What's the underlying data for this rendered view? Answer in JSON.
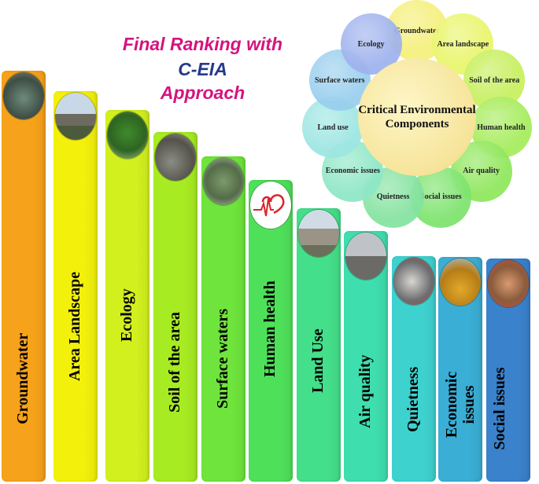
{
  "title": {
    "line1": "Final Ranking with",
    "line2": "C-EIA",
    "line3": "Approach",
    "color_primary": "#d4147f",
    "color_secondary": "#253a8c"
  },
  "ranking": [
    {
      "label": "Groundwater",
      "color": "#f6a21a",
      "icon": "groundwater-photo"
    },
    {
      "label": "Area Landscape",
      "color": "#f3f00c",
      "icon": "industrial-landscape-photo"
    },
    {
      "label": "Ecology",
      "color": "#d2f01e",
      "icon": "tree-photo"
    },
    {
      "label": "Soil of the area",
      "color": "#a7eb22",
      "icon": "soil-photo"
    },
    {
      "label": "Surface waters",
      "color": "#6fe43c",
      "icon": "surface-water-photo"
    },
    {
      "label": "Human health",
      "color": "#4fe05a",
      "icon": "heartbeat-icon"
    },
    {
      "label": "Land Use",
      "color": "#44df8a",
      "icon": "land-use-photo"
    },
    {
      "label": "Air quality",
      "color": "#3fdeae",
      "icon": "smokestack-photo"
    },
    {
      "label": "Quietness",
      "color": "#3ed2cf",
      "icon": "sound-meter-photo"
    },
    {
      "label": "Economic issues",
      "color": "#3aaed5",
      "icon": "coins-chart-photo"
    },
    {
      "label": "Social issues",
      "color": "#3a82cc",
      "icon": "crowd-photo"
    }
  ],
  "wheel": {
    "center": "Critical Environmental Components",
    "items": [
      {
        "label": "Groundwater",
        "color": "#f5f07a"
      },
      {
        "label": "Area landscape",
        "color": "#e9f66a"
      },
      {
        "label": "Soil of the area",
        "color": "#c6f05c"
      },
      {
        "label": "Human health",
        "color": "#a6ec5c"
      },
      {
        "label": "Air quality",
        "color": "#8fe75c"
      },
      {
        "label": "Social issues",
        "color": "#7ee46e"
      },
      {
        "label": "Quietness",
        "color": "#84e3a0"
      },
      {
        "label": "Economic issues",
        "color": "#8fe7c7"
      },
      {
        "label": "Land use",
        "color": "#9de6e3"
      },
      {
        "label": "Surface waters",
        "color": "#99cfee"
      },
      {
        "label": "Ecology",
        "color": "#9fb2ee"
      }
    ]
  }
}
